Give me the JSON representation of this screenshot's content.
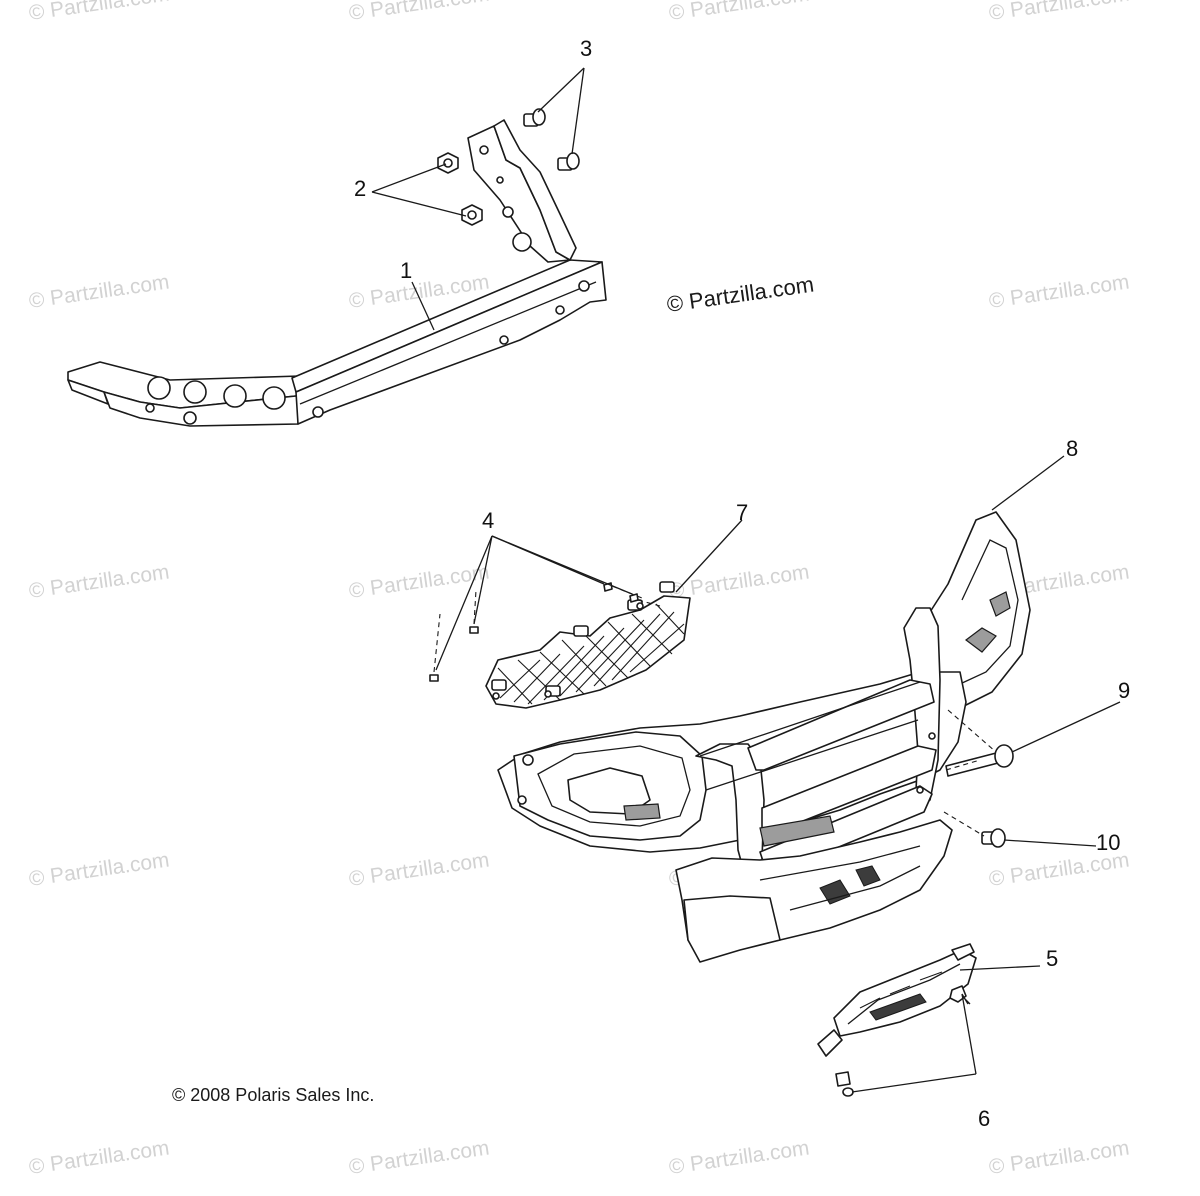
{
  "watermark": {
    "text": "© Partzilla.com",
    "color": "#d2d2d2"
  },
  "center_copyright": "© Partzilla.com",
  "footer_copyright": "© 2008 Polaris Sales Inc.",
  "callouts": {
    "p1": "1",
    "p2": "2",
    "p3": "3",
    "p4": "4",
    "p5": "5",
    "p6": "6",
    "p7": "7",
    "p8": "8",
    "p9": "9",
    "p10": "10"
  },
  "parts": {
    "p1": "front-bumper-frame",
    "p2": "nut",
    "p3": "bolt",
    "p4": "screw",
    "p5": "lower-grille",
    "p6": "screw",
    "p7": "upper-grille",
    "p8": "front-bumper",
    "p9": "bolt",
    "p10": "push-rivet"
  }
}
